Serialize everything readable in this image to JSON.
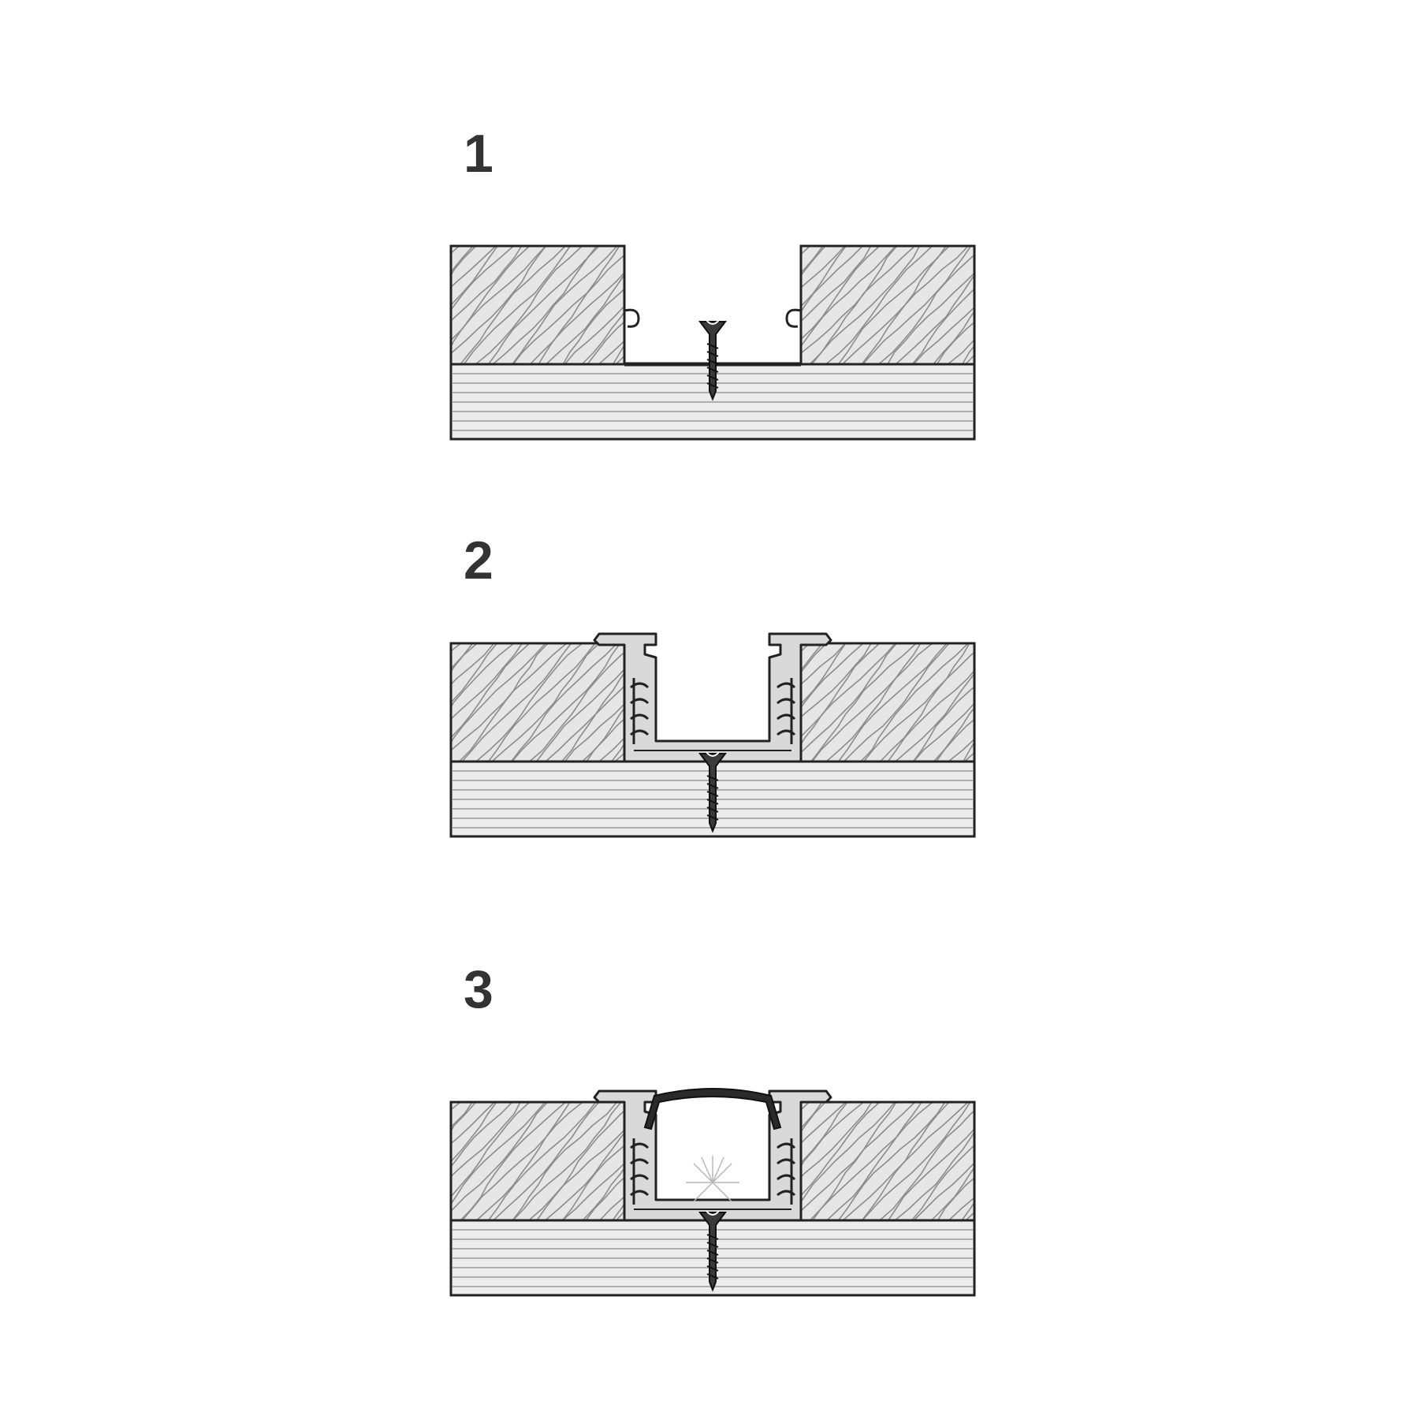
{
  "steps": [
    {
      "label": "1",
      "stage": "groove-cut"
    },
    {
      "label": "2",
      "stage": "profile-inserted"
    },
    {
      "label": "3",
      "stage": "cover-and-light"
    }
  ],
  "colors": {
    "outline": "#222222",
    "board": "#e6e6e6",
    "grain": "#8c8c8c",
    "base": "#ececec",
    "profile": "#d9d9d9",
    "cover": "#2a2a2a",
    "text": "#333333"
  }
}
